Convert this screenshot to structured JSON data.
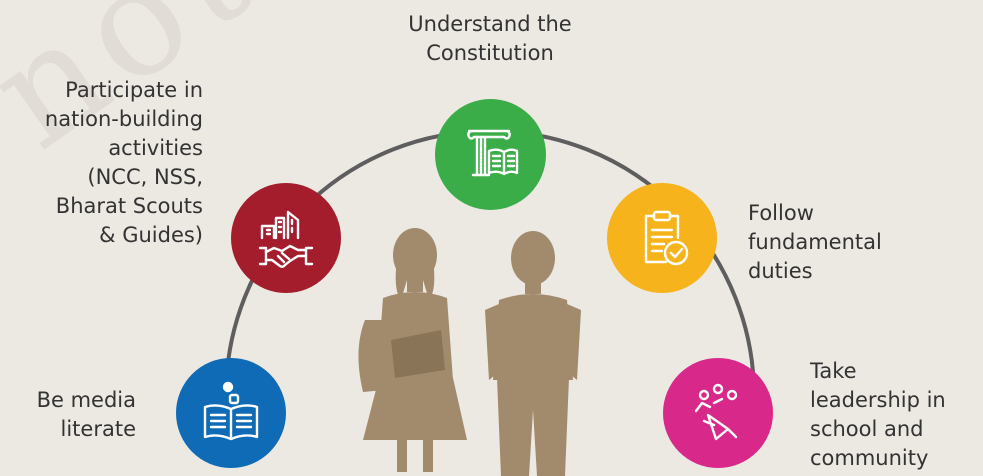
{
  "watermark": "not to be re",
  "colors": {
    "background": "#ece8e2",
    "arc": "#5e5e5e",
    "green": "#3aad49",
    "red": "#a31d2c",
    "yellow": "#f6b31b",
    "blue": "#0f6bb6",
    "magenta": "#d8298a",
    "figure": "#a28b6d"
  },
  "nodes": {
    "constitution": {
      "label": "Understand the\nConstitution",
      "icon": "pillar-book-icon"
    },
    "nation_building": {
      "label": "Participate in\nnation-building\nactivities\n(NCC, NSS,\nBharat Scouts\n& Guides)",
      "icon": "buildings-handshake-icon"
    },
    "duties": {
      "label": "Follow\nfundamental\nduties",
      "icon": "clipboard-check-icon"
    },
    "media": {
      "label": "Be media\nliterate",
      "icon": "newspaper-social-icon"
    },
    "leadership": {
      "label": "Take\nleadership in\nschool and\ncommunity",
      "icon": "megaphone-people-icon"
    }
  },
  "figures": {
    "icon": "students-illustration"
  }
}
